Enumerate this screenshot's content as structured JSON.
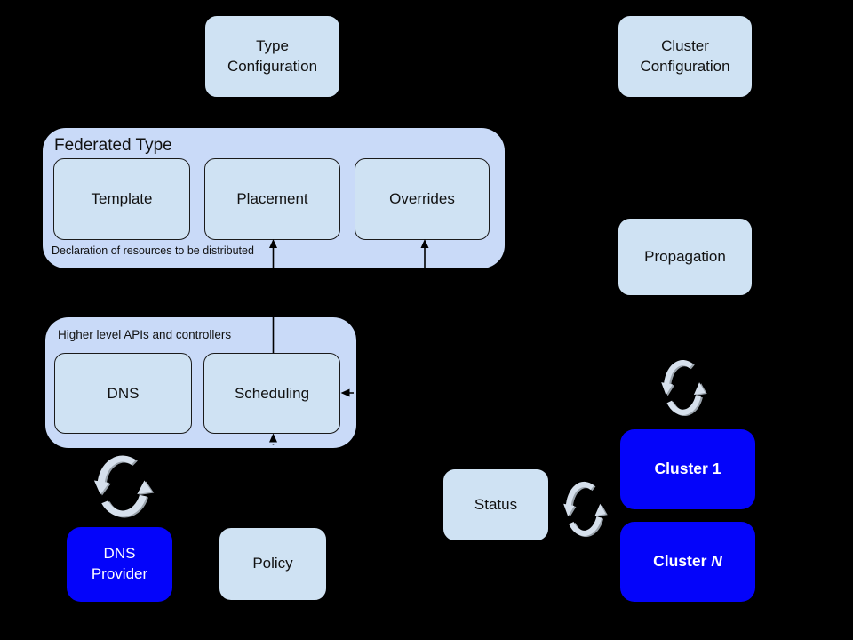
{
  "colors": {
    "background": "#000000",
    "container_fill": "#c9daf8",
    "box_fill": "#cfe2f3",
    "accent_blue": "#0404fa",
    "sync_arrow": "#d6e0ec",
    "sync_arrow_shadow": "#99a2ab",
    "connector": "#000000",
    "text_dark": "#111111",
    "text_on_blue": "#ffffff"
  },
  "groups": {
    "federated_type": {
      "title": "Federated Type",
      "caption": "Declaration of resources to be distributed"
    },
    "higher_level": {
      "title": "Higher level APIs and controllers"
    }
  },
  "nodes": {
    "type_configuration": {
      "lines": [
        "Type",
        "Configuration"
      ]
    },
    "cluster_configuration": {
      "lines": [
        "Cluster",
        "Configuration"
      ]
    },
    "template": {
      "label": "Template"
    },
    "placement": {
      "label": "Placement"
    },
    "overrides": {
      "label": "Overrides"
    },
    "propagation": {
      "label": "Propagation"
    },
    "dns": {
      "label": "DNS"
    },
    "scheduling": {
      "label": "Scheduling"
    },
    "status": {
      "label": "Status"
    },
    "policy": {
      "label": "Policy"
    },
    "dns_provider": {
      "lines": [
        "DNS",
        "Provider"
      ]
    },
    "cluster_1": {
      "label": "Cluster 1"
    },
    "cluster_n": {
      "prefix": "Cluster ",
      "suffix": "N"
    }
  },
  "icons": {
    "sync": "sync-arrows"
  }
}
